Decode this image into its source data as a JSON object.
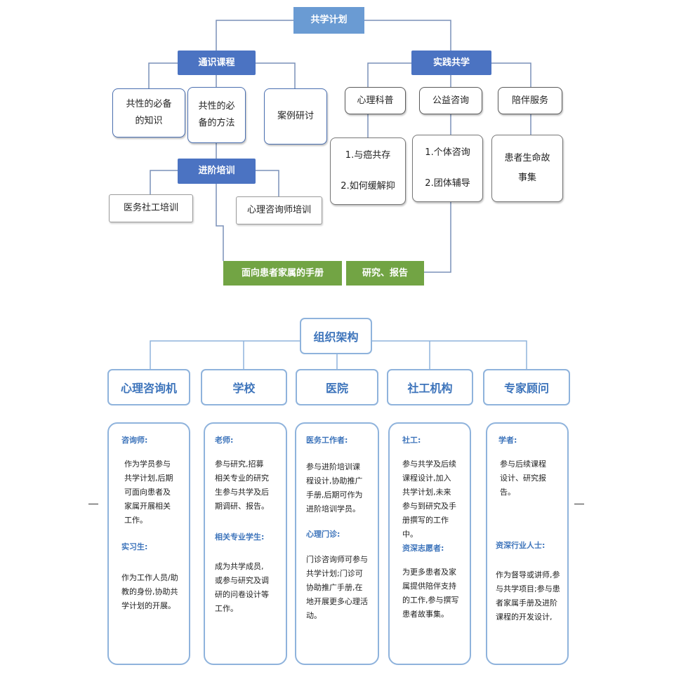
{
  "top": {
    "root": "共学计划",
    "general_course": "通识课程",
    "practice": "实践共学",
    "advanced": "进阶培训",
    "gc_items": [
      "共性的必备\n的知识",
      "共性的必\n备的方法",
      "案例研讨"
    ],
    "practice_items": [
      "心理科普",
      "公益咨询",
      "陪伴服务"
    ],
    "practice_details": [
      "1.与癌共存\n\n2.如何缓解抑",
      "1.个体咨询\n\n2.团体辅导",
      "患者生命故\n事集"
    ],
    "advanced_items": [
      "医务社工培训",
      "心理咨询师培训"
    ],
    "handbook": "面向患者家属的手册",
    "research": "研究、报告"
  },
  "org": {
    "title": "组织架构",
    "columns": [
      {
        "head": "心理咨询机",
        "sections": [
          {
            "role": "咨询师:",
            "desc": "作为学员参与\n共学计划,后期\n可面向患者及\n家属开展相关\n工作。"
          },
          {
            "role": "实习生:",
            "desc": "作为工作人员/助\n教的身份,协助共\n学计划的开展。"
          }
        ]
      },
      {
        "head": "学校",
        "sections": [
          {
            "role": "老师:",
            "desc": "参与研究,招募\n相关专业的研究\n生参与共学及后\n期调研、报告。"
          },
          {
            "role": "相关专业学生:",
            "desc": "成为共学成员,\n或参与研究及调\n研的问卷设计等\n工作。"
          }
        ]
      },
      {
        "head": "医院",
        "sections": [
          {
            "role": "医务工作者:",
            "desc": "参与进阶培训课\n程设计,协助推广\n手册,后期可作为\n进阶培训学员。"
          },
          {
            "role": "心理门诊:",
            "desc": "门诊咨询师可参与\n共学计划;门诊可\n协助推广手册,在\n地开展更多心理活\n动。"
          }
        ]
      },
      {
        "head": "社工机构",
        "sections": [
          {
            "role": "社工:",
            "desc": "参与共学及后续\n课程设计,加入\n共学计划,未来\n参与到研究及手\n册撰写的工作\n中。"
          },
          {
            "role": "资深志愿者:",
            "desc": "为更多患者及家\n属提供陪伴支持\n的工作,参与撰写\n患者故事集。"
          }
        ]
      },
      {
        "head": "专家顾问",
        "sections": [
          {
            "role": "学者:",
            "desc": "参与后续课程\n设计、研究报\n告。"
          },
          {
            "role": "资深行业人士:",
            "desc": "作为督导或讲师,参\n与共学项目;参与患\n者家属手册及进阶\n课程的开发设计,"
          }
        ]
      }
    ]
  }
}
